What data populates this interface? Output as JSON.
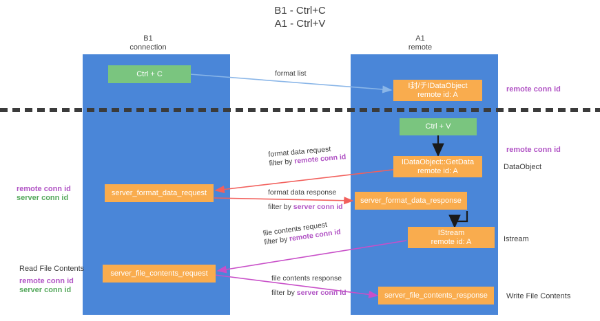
{
  "title": "B1 - Ctrl+C\nA1 - Ctrl+V",
  "colors": {
    "lane": "#4a86d8",
    "green_node": "#7ac57f",
    "orange_node": "#f9ac4e",
    "purple_text": "#b052c4",
    "green_text": "#55a85c",
    "divider": "#3b3b3b",
    "arrow_blue": "#8ab6e8",
    "arrow_red": "#f2605c",
    "arrow_magenta": "#c84fc8",
    "arrow_black": "#1a1a1a"
  },
  "lanes": [
    {
      "id": "b1",
      "title": "B1",
      "subtitle": "connection"
    },
    {
      "id": "a1",
      "title": "A1",
      "subtitle": "remote"
    }
  ],
  "nodes": [
    {
      "id": "ctrl-c",
      "line1": "Ctrl + C",
      "line2": "",
      "kind": "green"
    },
    {
      "id": "idataobject-top",
      "line1": "I&#x5c01;/&#x30c1;IDataObject",
      "line2": "remote id: A",
      "kind": "orange"
    },
    {
      "id": "ctrl-v",
      "line1": "Ctrl + V",
      "line2": "",
      "kind": "green"
    },
    {
      "id": "getdata",
      "line1": "IDataObject::GetData",
      "line2": "remote id: A",
      "kind": "orange"
    },
    {
      "id": "sfdreq",
      "line1": "server_format_data_request",
      "line2": "",
      "kind": "orange"
    },
    {
      "id": "sfdresp",
      "line1": "server_format_data_response",
      "line2": "",
      "kind": "orange"
    },
    {
      "id": "istream",
      "line1": "IStream",
      "line2": "remote id: A",
      "kind": "orange"
    },
    {
      "id": "sfcreq",
      "line1": "server_file_contents_request",
      "line2": "",
      "kind": "orange"
    },
    {
      "id": "sfcresp",
      "line1": "server_file_contents_response",
      "line2": "",
      "kind": "orange"
    }
  ],
  "side_labels": {
    "remote_conn_id_top": "remote conn id",
    "remote_conn_id_mid": "remote conn id",
    "dataobject": "DataObject",
    "istream": "Istream",
    "write_file_contents": "Write File Contents",
    "read_file_contents": "Read File Contents",
    "left_mid_remote": "remote conn id",
    "left_mid_server": "server conn id",
    "left_bot_remote": "remote conn id",
    "left_bot_server": "server conn id"
  },
  "edge_labels": {
    "format_list": "format list",
    "format_data_request": "format data request",
    "format_data_request_filter_pre": "filter by ",
    "format_data_request_filter_key": "remote conn id",
    "format_data_response": "format data response",
    "format_data_response_filter_pre": "filter by ",
    "format_data_response_filter_key": "server conn id",
    "file_contents_request": "file contents request",
    "file_contents_request_filter_pre": "filter by ",
    "file_contents_request_filter_key": "remote conn id",
    "file_contents_response": "file contents response",
    "file_contents_response_filter_pre": "filter by ",
    "file_contents_response_filter_key": "server conn id"
  }
}
